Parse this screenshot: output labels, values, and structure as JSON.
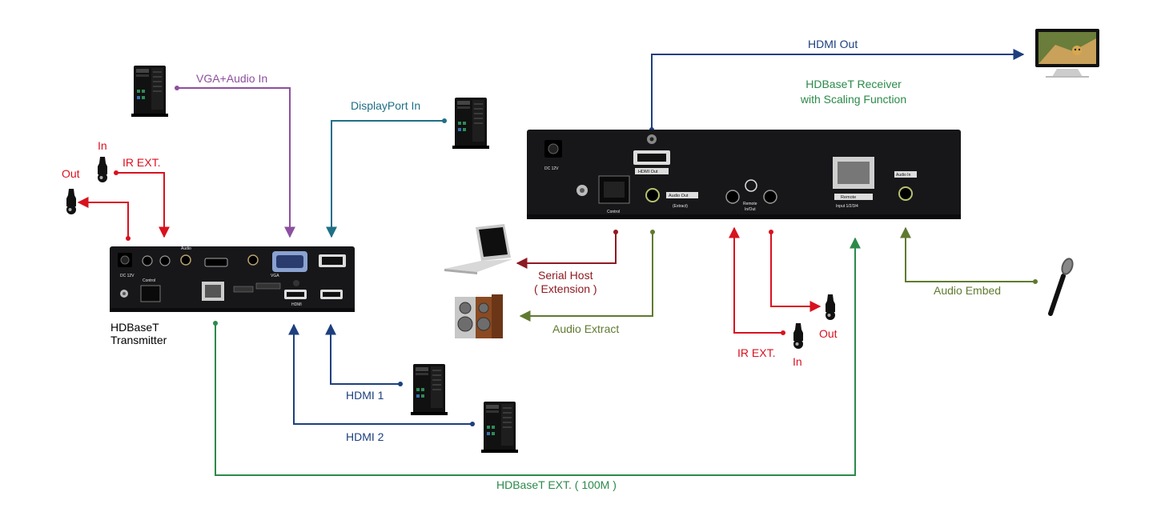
{
  "colors": {
    "ir": "#d8121f",
    "vga": "#8d4f9f",
    "displayport": "#1f6f86",
    "hdmi": "#1d3f7e",
    "hdbaset": "#2b8a4a",
    "audio": "#5f7a30",
    "serial": "#8e1a22",
    "device": "#17171a"
  },
  "transmitter": {
    "caption_line1": "HDBaseT",
    "caption_line2": "Transmitter"
  },
  "receiver": {
    "caption_line1": "HDBaseT Receiver",
    "caption_line2": "with Scaling Function"
  },
  "labels": {
    "tx_ir_in": "In",
    "tx_ir_ext": "IR EXT.",
    "tx_ir_out": "Out",
    "vga_audio_in": "VGA+Audio In",
    "displayport_in": "DisplayPort In",
    "hdmi1": "HDMI 1",
    "hdmi2": "HDMI 2",
    "hdmi_out": "HDMI Out",
    "serial_host_line1": "Serial Host",
    "serial_host_line2": "( Extension )",
    "audio_extract": "Audio Extract",
    "rx_ir_ext": "IR EXT.",
    "rx_ir_in": "In",
    "rx_ir_out": "Out",
    "audio_embed": "Audio Embed",
    "hdbaset_ext": "HDBaseT EXT. ( 100M )"
  },
  "icons": {
    "pc": "pc-tower-icon",
    "monitor": "monitor-icon",
    "laptop": "laptop-icon",
    "speakers": "speakers-icon",
    "microphone": "microphone-icon",
    "ir_sensor": "ir-sensor-icon",
    "ir_emitter": "ir-emitter-icon"
  }
}
